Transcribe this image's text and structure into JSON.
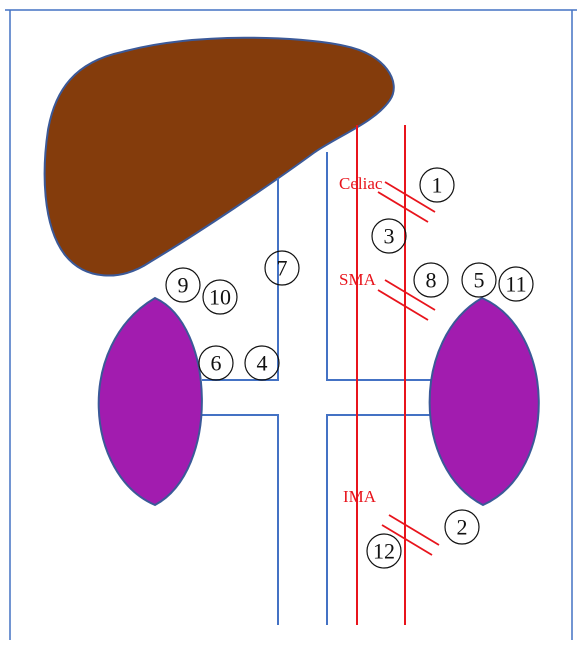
{
  "colors": {
    "frame": "#4472c4",
    "vessel_vein": "#4472c4",
    "vessel_artery": "#e8141c",
    "liver": "#843c0c",
    "kidney": "#a21caf",
    "outline": "#3b5998"
  },
  "labels": {
    "celiac": "Celiac",
    "sma": "SMA",
    "ima": "IMA"
  },
  "markers": {
    "m1": "1",
    "m2": "2",
    "m3": "3",
    "m4": "4",
    "m5": "5",
    "m6": "6",
    "m7": "7",
    "m8": "8",
    "m9": "9",
    "m10": "10",
    "m11": "11",
    "m12": "12"
  }
}
